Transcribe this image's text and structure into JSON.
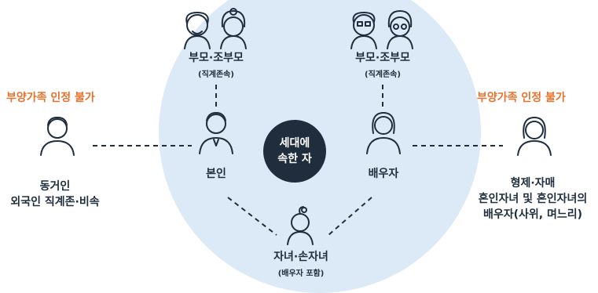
{
  "center": {
    "line1": "세대에",
    "line2": "속한 자"
  },
  "grandparents_left": {
    "label": "부모·조부모",
    "sub": "(직계존속)"
  },
  "grandparents_right": {
    "label": "부모·조부모",
    "sub": "(직계존속)"
  },
  "self": {
    "label": "본인"
  },
  "spouse": {
    "label": "배우자"
  },
  "children": {
    "label": "자녀·손자녀",
    "sub": "(배우자 포함)"
  },
  "left_note": {
    "warning": "부양가족 인정 불가",
    "line1": "동거인",
    "line2": "외국인 직계존·비속"
  },
  "right_note": {
    "warning": "부양가족 인정 불가",
    "line1": "형제·자매",
    "line2": "혼인자녀 및 혼인자녀의",
    "line3": "배우자(사위, 며느리)"
  },
  "colors": {
    "circle": "#dbeaf6",
    "dark": "#1f2d3d",
    "warning": "#e8722c"
  },
  "icons": [
    "grandfather-icon",
    "grandmother-icon",
    "man-icon",
    "woman-icon",
    "child-icon",
    "cohabitant-icon",
    "sibling-icon"
  ]
}
